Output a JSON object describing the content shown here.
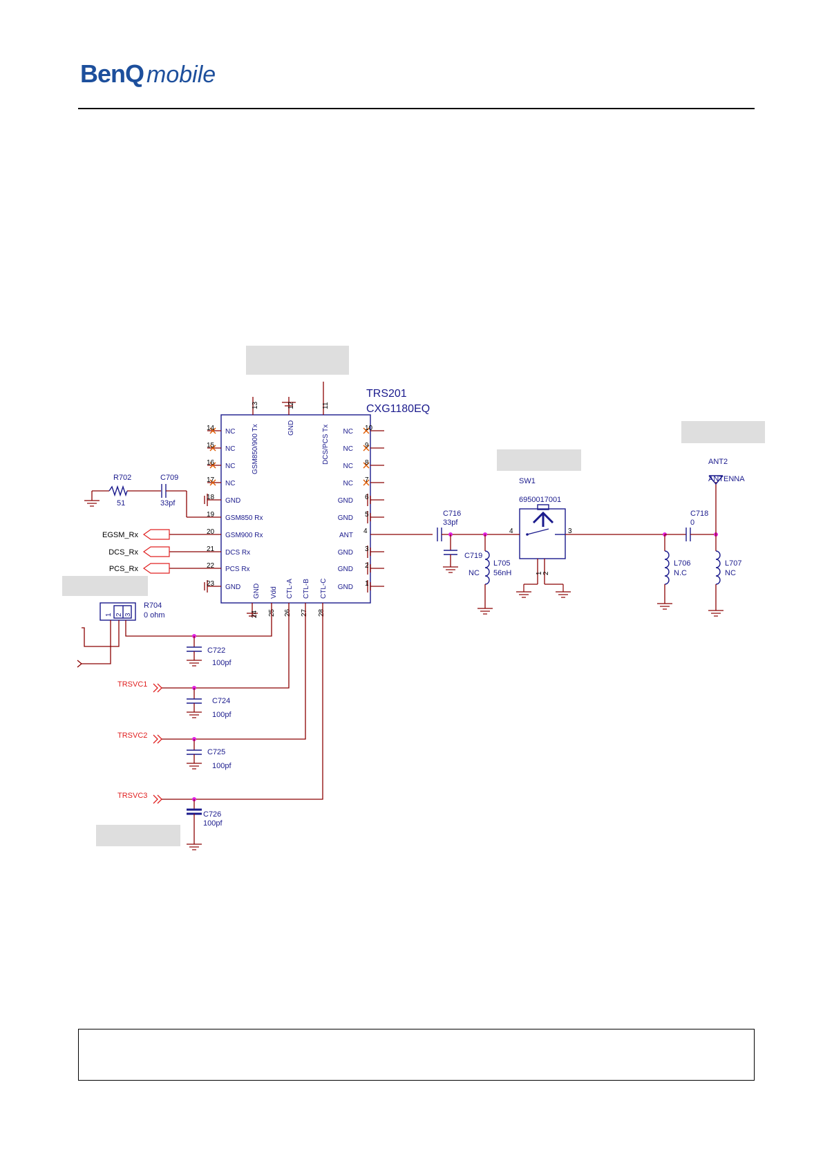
{
  "logo": {
    "brand": "BenQ",
    "sub": "mobile"
  },
  "ic": {
    "ref": "TRS201",
    "part": "CXG1180EQ",
    "top_pins": [
      {
        "num": "13",
        "label": "GSM850/900 Tx"
      },
      {
        "num": "12",
        "label": "GND"
      },
      {
        "num": "11",
        "label": "DCS/PCS Tx"
      }
    ],
    "left_pins": [
      {
        "num": "14",
        "label": "NC"
      },
      {
        "num": "15",
        "label": "NC"
      },
      {
        "num": "16",
        "label": "NC"
      },
      {
        "num": "17",
        "label": "NC"
      },
      {
        "num": "18",
        "label": "GND"
      },
      {
        "num": "19",
        "label": "GSM850 Rx"
      },
      {
        "num": "20",
        "label": "GSM900 Rx"
      },
      {
        "num": "21",
        "label": "DCS Rx"
      },
      {
        "num": "22",
        "label": "PCS Rx"
      },
      {
        "num": "23",
        "label": "GND"
      }
    ],
    "right_pins": [
      {
        "num": "10",
        "label": "NC"
      },
      {
        "num": "9",
        "label": "NC"
      },
      {
        "num": "8",
        "label": "NC"
      },
      {
        "num": "7",
        "label": "NC"
      },
      {
        "num": "6",
        "label": "GND"
      },
      {
        "num": "5",
        "label": "GND"
      },
      {
        "num": "4",
        "label": "ANT"
      },
      {
        "num": "3",
        "label": "GND"
      },
      {
        "num": "2",
        "label": "GND"
      },
      {
        "num": "1",
        "label": "GND"
      }
    ],
    "bottom_pins": [
      {
        "num": "24",
        "label": "GND"
      },
      {
        "num": "25",
        "label": "Vdd"
      },
      {
        "num": "26",
        "label": "CTL-A"
      },
      {
        "num": "27",
        "label": "CTL-B"
      },
      {
        "num": "28",
        "label": "CTL-C"
      }
    ]
  },
  "components": {
    "r702": {
      "ref": "R702",
      "value": "51"
    },
    "c709": {
      "ref": "C709",
      "value": "33pf"
    },
    "c716": {
      "ref": "C716",
      "value": "33pf"
    },
    "c719": {
      "ref": "C719"
    },
    "l705": {
      "ref": "L705",
      "value1": "NC",
      "value2": "56nH"
    },
    "sw1": {
      "ref": "SW1",
      "part": "6950017001",
      "pin_l": "4",
      "pin_r": "3",
      "pin_b1": "1",
      "pin_b2": "2"
    },
    "c718": {
      "ref": "C718",
      "value": "0"
    },
    "l706": {
      "ref": "L706",
      "value": "N.C"
    },
    "l707": {
      "ref": "L707",
      "value": "NC"
    },
    "ant2": {
      "ref": "ANT2",
      "value": "ANTENNA"
    },
    "r704": {
      "ref": "R704",
      "value": "0 ohm",
      "pin1": "1",
      "pin2": "2",
      "pin3": "3"
    },
    "c722": {
      "ref": "C722",
      "value": "100pf"
    },
    "c724": {
      "ref": "C724",
      "value": "100pf"
    },
    "c725": {
      "ref": "C725",
      "value": "100pf"
    },
    "c726": {
      "ref": "C726",
      "value": "100pf"
    }
  },
  "nets": {
    "egsm": "EGSM_Rx",
    "dcs": "DCS_Rx",
    "pcs": "PCS_Rx",
    "trsvc1": "TRSVC1",
    "trsvc2": "TRSVC2",
    "trsvc3": "TRSVC3"
  },
  "colors": {
    "wire": "#8b0000",
    "component": "#1a1a8c",
    "net_label": "#e02020",
    "junction": "#e020e0",
    "nc_mark": "#e05a00",
    "logo": "#1d4f9c"
  }
}
